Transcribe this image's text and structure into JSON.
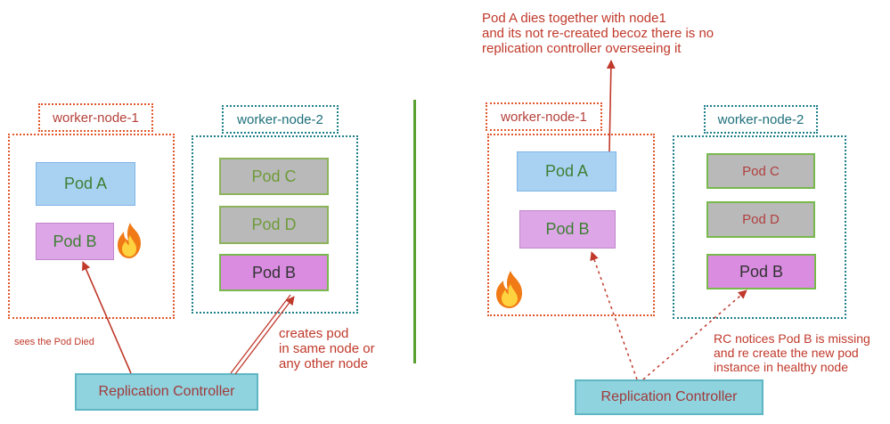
{
  "left": {
    "node1_label": "worker-node-1",
    "node2_label": "worker-node-2",
    "node1_pods": [
      "Pod A",
      "Pod B"
    ],
    "node2_pods": [
      "Pod C",
      "Pod D",
      "Pod B"
    ],
    "controller": "Replication Controller",
    "note_died": "sees the Pod Died",
    "note_creates": [
      "creates pod",
      "in same node or",
      "any other node"
    ]
  },
  "right": {
    "top_note": [
      "Pod A dies together with node1",
      "and its not re-created becoz there is no",
      "replication controller overseeing it"
    ],
    "node1_label": "worker-node-1",
    "node2_label": "worker-node-2",
    "node1_pods": [
      "Pod A",
      "Pod B"
    ],
    "node2_pods": [
      "Pod C",
      "Pod D",
      "Pod B"
    ],
    "controller": "Replication Controller",
    "note_rc": [
      "RC notices Pod B is missing",
      "and re create the new pod",
      "instance in healthy node"
    ]
  },
  "colors": {
    "arrow": "#c0392b",
    "node1_border": "#e2572b",
    "node2_border": "#1d7f8a",
    "divider": "#5aa031"
  },
  "icons": [
    "fire-icon"
  ]
}
